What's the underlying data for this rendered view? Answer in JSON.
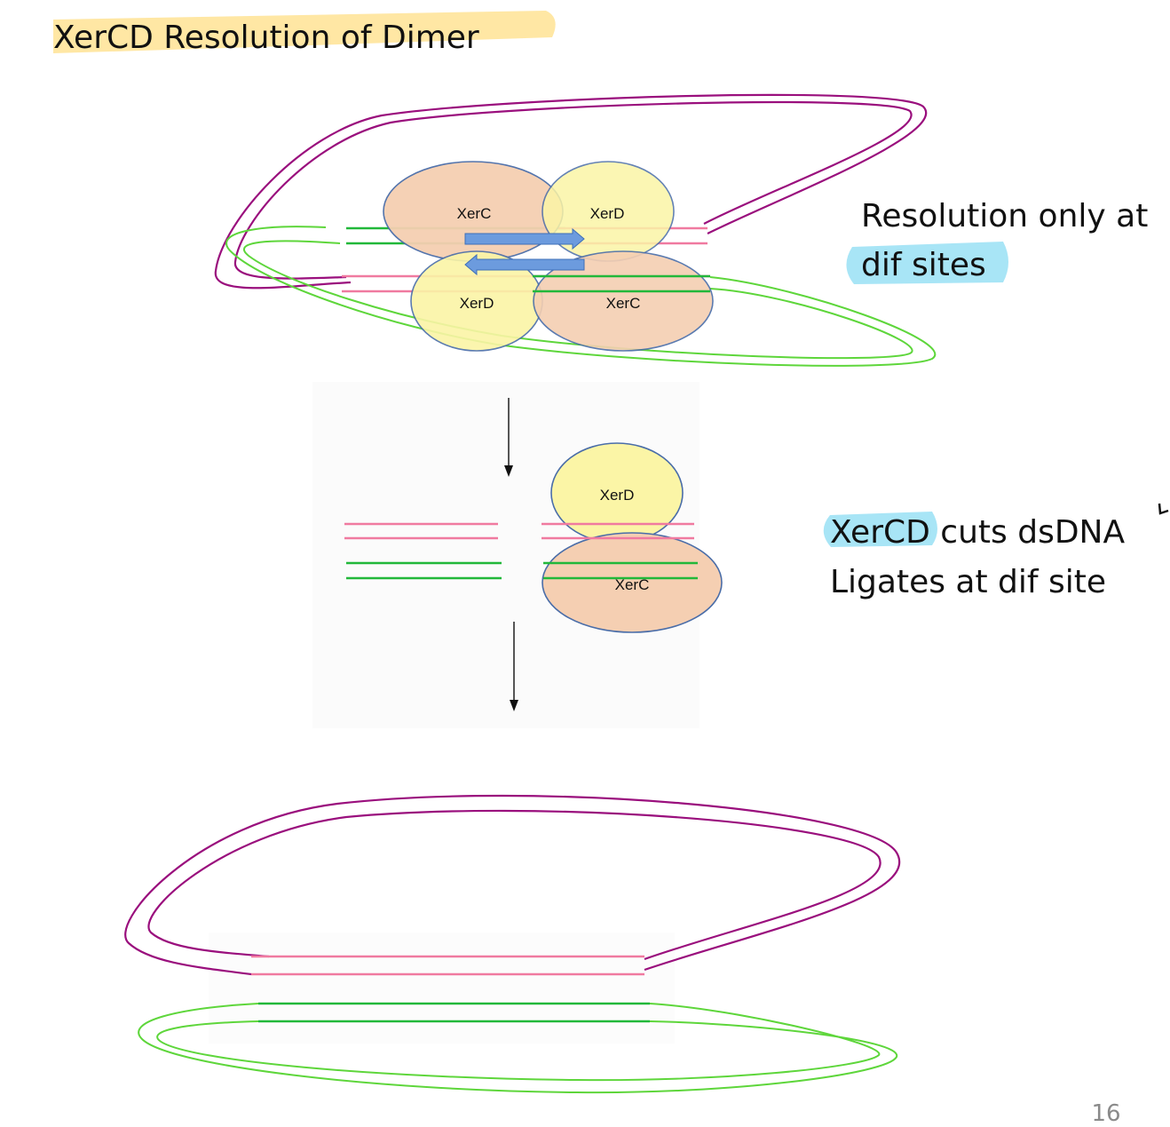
{
  "slide": {
    "title": "XerCD Resolution of Dimer",
    "page_number": "16"
  },
  "notes": {
    "resolution_line1": "Resolution only at",
    "resolution_line2": "dif sites",
    "cuts_line1": "XerCD cuts dsDNA",
    "cuts_line2": "Ligates at dif site"
  },
  "proteins": {
    "xerc": "XerC",
    "xerd": "XerD"
  },
  "colors": {
    "title_highlight": "#ffe49a",
    "note_highlight": "#9ee2f5",
    "dna_pink": "#f07aa0",
    "dna_green": "#22b83a",
    "loop_purple": "#9a0f7d",
    "loop_green": "#5ed63b",
    "xerc_fill": "#f5cfb2",
    "xerd_fill": "#fbf5a6",
    "ellipse_stroke": "#4a6da8",
    "arrow_blue": "#6c9bde"
  }
}
